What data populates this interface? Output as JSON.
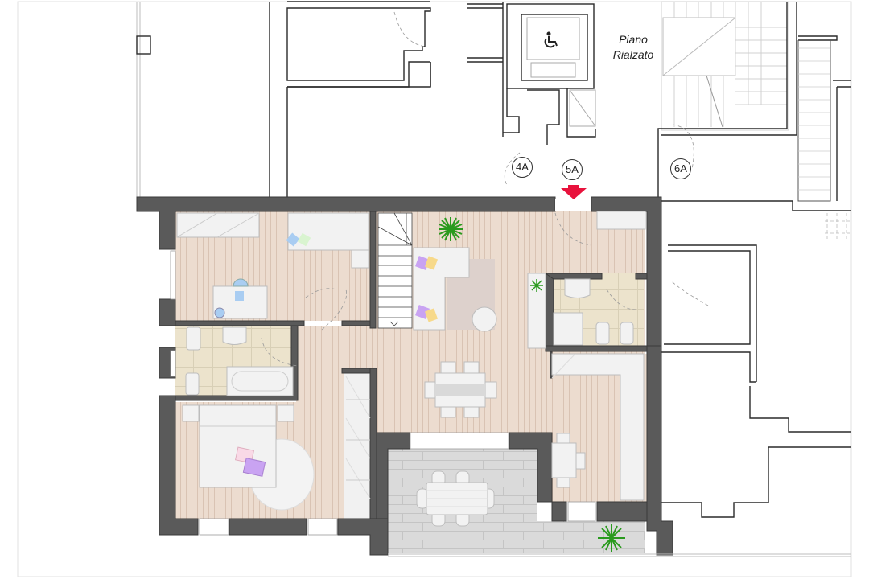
{
  "plan": {
    "floor_label_line1": "Piano",
    "floor_label_line2": "Rialzato",
    "unit_tags": [
      "4A",
      "5A",
      "6A"
    ],
    "entrance_arrow_unit": "5A",
    "icons": {
      "accessibility": "wheelchair-icon",
      "entrance": "arrow-down-icon",
      "plant": "plant-icon"
    },
    "colors": {
      "wall": "#5a5a5a",
      "wood_floor": "#ecdccf",
      "wood_stripe": "#d9c3b3",
      "tile_floor": "#ece3cc",
      "terrace_tile": "#d9d9d9",
      "entrance_arrow": "#e8123c",
      "plant": "#2a9a1e",
      "pillow_purple": "#c9a3f2",
      "pillow_yellow": "#f7d98a",
      "pillow_pink": "#f9d9e6",
      "pillow_blue": "#a9cdf2",
      "pillow_green": "#d9f4d0",
      "rug": "#ddd1cc"
    },
    "rooms": [
      {
        "name": "bedroom-single",
        "type": "bedroom"
      },
      {
        "name": "bathroom-main",
        "type": "bathroom"
      },
      {
        "name": "bedroom-double",
        "type": "bedroom"
      },
      {
        "name": "living-room",
        "type": "living"
      },
      {
        "name": "dining-area",
        "type": "dining"
      },
      {
        "name": "bathroom-secondary",
        "type": "bathroom"
      },
      {
        "name": "kitchen",
        "type": "kitchen"
      },
      {
        "name": "terrace",
        "type": "outdoor"
      },
      {
        "name": "staircase",
        "type": "stairs"
      },
      {
        "name": "elevator",
        "type": "lift"
      }
    ]
  }
}
